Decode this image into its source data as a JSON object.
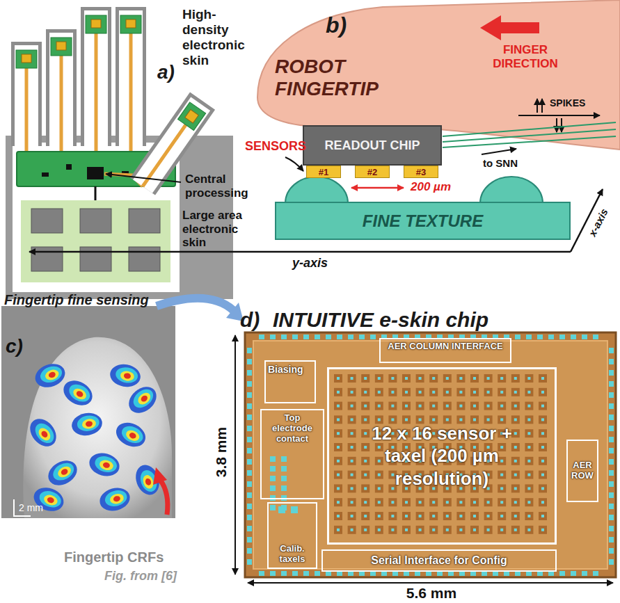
{
  "diagram": {
    "nodes": [
      {
        "text": [
          "ROBOT FINGERTIP"
        ]
      },
      {
        "text": [
          "READOUT CHIP"
        ]
      },
      {
        "text": [
          "#1"
        ]
      },
      {
        "text": [
          "#2"
        ]
      },
      {
        "text": [
          "#3"
        ]
      },
      {
        "text": [
          "FINE TEXTURE"
        ]
      },
      {
        "text": [
          "INTUITIVE e-skin chip"
        ]
      },
      {
        "text": [
          "AER COLUMN INTERFACE"
        ],
        "in": 6
      },
      {
        "text": [
          "Biasing"
        ],
        "in": 6
      },
      {
        "text": [
          "Top electrode contact"
        ],
        "in": 6
      },
      {
        "text": [
          "12 x 16 sensor + taxel (200 µm resolution)"
        ],
        "in": 6
      },
      {
        "text": [
          "AER ROW"
        ],
        "in": 6
      },
      {
        "text": [
          "Calib. taxels"
        ],
        "in": 6
      },
      {
        "text": [
          "Serial Interface for Config"
        ],
        "in": 6
      }
    ],
    "labels": [
      "High-density electronic skin",
      "a)",
      "Central processing",
      "Large area electronic skin",
      "b)",
      "FINGER DIRECTION",
      "SPIKES",
      "SENSORS",
      "200 µm",
      "to SNN",
      "x-axis",
      "y-axis",
      "Fingertip fine sensing",
      "c)",
      "2 mm",
      "Fingertip CRFs",
      "Fig. from [6]",
      "d)",
      "3.8 mm",
      "5.6 mm"
    ]
  }
}
